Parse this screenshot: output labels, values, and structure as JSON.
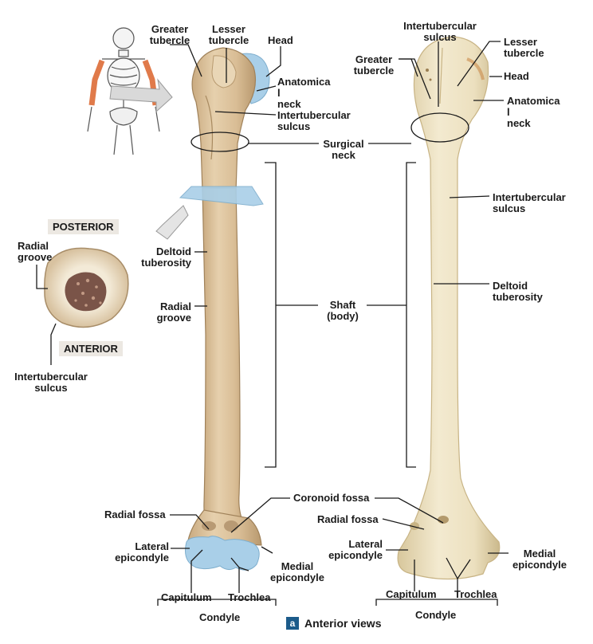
{
  "colors": {
    "bone": "#dcc3a0",
    "bone_shadow": "#b8996f",
    "photo_bone": "#ece0bf",
    "cartilage": "#a9cfe8",
    "marrow": "#7a5448",
    "leader": "#1a1a1a",
    "badge": "#1c5b8a",
    "highlight": "#e07a4a"
  },
  "icons": {
    "skeleton": "skeleton-icon",
    "arrow": "arrow-icon"
  },
  "illustration": {
    "greater_tubercle": "Greater\ntubercle",
    "lesser_tubercle": "Lesser\ntubercle",
    "head": "Head",
    "anatomical_neck": "Anatomica\nl\nneck",
    "intertubercular_sulcus": "Intertubercular\nsulcus",
    "deltoid_tuberosity": "Deltoid\ntuberosity",
    "radial_groove": "Radial\ngroove",
    "radial_fossa": "Radial fossa",
    "lateral_epicondyle": "Lateral\nepicondyle",
    "medial_epicondyle": "Medial\nepicondyle",
    "capitulum": "Capitulum",
    "trochlea": "Trochlea",
    "condyle": "Condyle"
  },
  "shared": {
    "surgical_neck": "Surgical\nneck",
    "shaft": "Shaft\n(body)",
    "coronoid_fossa": "Coronoid fossa"
  },
  "photo": {
    "intertubercular_sulcus_top": "Intertubercular\nsulcus",
    "greater_tubercle": "Greater\ntubercle",
    "lesser_tubercle": "Lesser\ntubercle",
    "head": "Head",
    "anatomical_neck": "Anatomica\nl\nneck",
    "intertubercular_sulcus": "Intertubercular\nsulcus",
    "deltoid_tuberosity": "Deltoid\ntuberosity",
    "radial_fossa": "Radial fossa",
    "lateral_epicondyle": "Lateral\nepicondyle",
    "medial_epicondyle": "Medial\nepicondyle",
    "capitulum": "Capitulum",
    "trochlea": "Trochlea",
    "condyle": "Condyle"
  },
  "cross_section": {
    "posterior": "POSTERIOR",
    "anterior": "ANTERIOR",
    "radial_groove": "Radial\ngroove",
    "intertubercular_sulcus": "Intertubercular\nsulcus"
  },
  "panel": {
    "badge": "a",
    "caption": "Anterior views"
  }
}
